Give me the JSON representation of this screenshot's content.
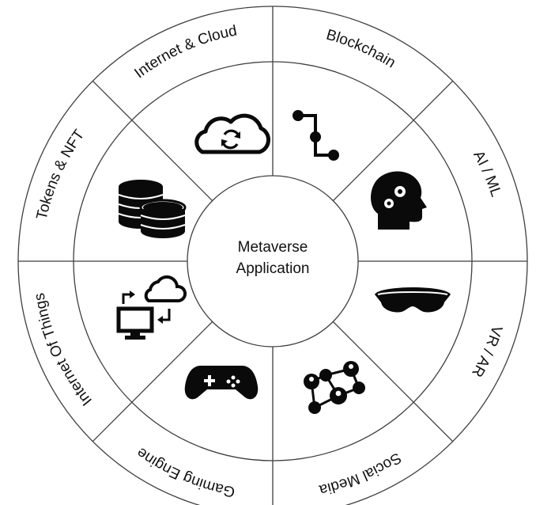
{
  "diagram": {
    "center": {
      "line1": "Metaverse",
      "line2": "Application"
    },
    "segments": [
      {
        "id": "internet-cloud",
        "label": "Internet & Cloud",
        "icon": "cloud-sync-icon"
      },
      {
        "id": "blockchain",
        "label": "Blockchain",
        "icon": "blockchain-nodes-icon"
      },
      {
        "id": "ai-ml",
        "label": "AI / ML",
        "icon": "brain-gears-icon"
      },
      {
        "id": "vr-ar",
        "label": "VR / AR",
        "icon": "vr-headset-icon"
      },
      {
        "id": "social-media",
        "label": "Social Media",
        "icon": "social-network-icon"
      },
      {
        "id": "gaming-engine",
        "label": "Gaming Engine",
        "icon": "gamepad-icon"
      },
      {
        "id": "internet-of-things",
        "label": "Internet Of Things",
        "icon": "iot-device-cloud-icon"
      },
      {
        "id": "tokens-nft",
        "label": "Tokens & NFT",
        "icon": "coin-stacks-icon"
      }
    ],
    "colors": {
      "line": "#3f3f3f",
      "icon": "#0a0a0a",
      "background": "#ffffff"
    }
  }
}
